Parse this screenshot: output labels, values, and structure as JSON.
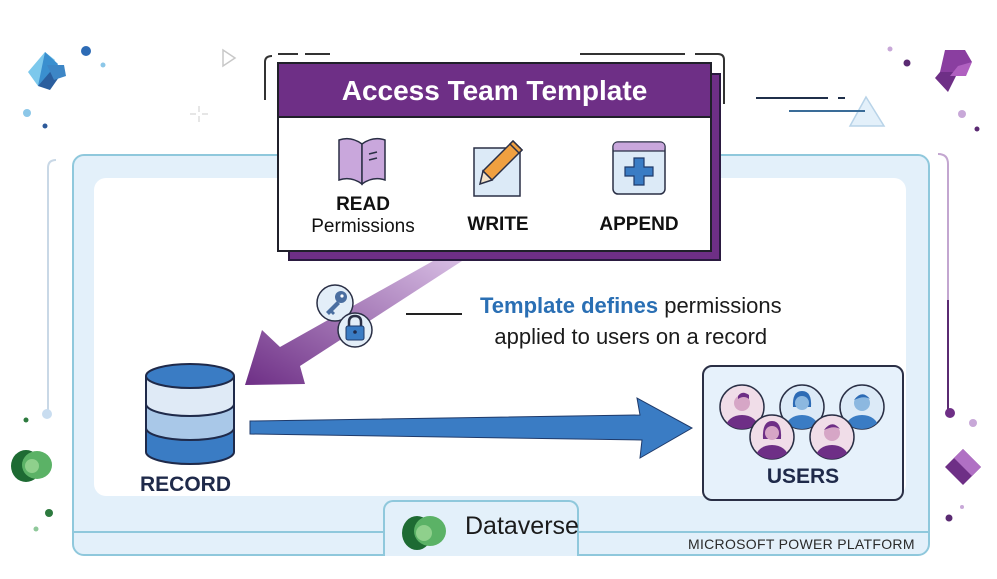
{
  "template": {
    "title": "Access Team Template",
    "permissions": [
      {
        "label": "READ",
        "sublabel": "Permissions",
        "icon": "book-icon"
      },
      {
        "label": "WRITE",
        "sublabel": "",
        "icon": "pencil-icon"
      },
      {
        "label": "APPEND",
        "sublabel": "",
        "icon": "append-plus-icon"
      }
    ]
  },
  "caption": {
    "strong": "Template defines",
    "rest_line1": " permissions",
    "line2": "applied to users on a record"
  },
  "record": {
    "label": "RECORD",
    "icon": "database-icon"
  },
  "users": {
    "label": "USERS",
    "count": 5
  },
  "footer": {
    "product": "Dataverse",
    "platform": "MICROSOFT POWER PLATFORM"
  },
  "colors": {
    "purple": "#6e2f86",
    "blue": "#3a7cc4",
    "frame": "#8fc8dc",
    "frame_fill": "#e3f0fa",
    "caption_accent": "#2a6fb4"
  }
}
